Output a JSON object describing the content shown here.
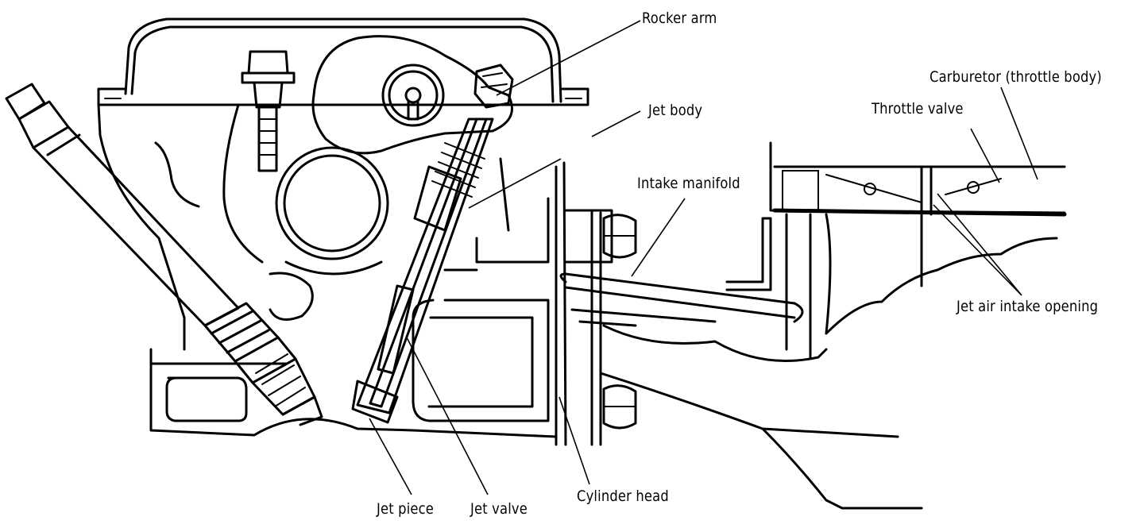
{
  "labels": {
    "rocker_arm": "Rocker arm",
    "carburetor": "Carburetor (throttle body)",
    "jet_body": "Jet body",
    "throttle_valve": "Throttle valve",
    "intake_manifold": "Intake manifold",
    "jet_air_intake_opening": "Jet air intake opening",
    "jet_piece": "Jet piece",
    "jet_valve": "Jet valve",
    "cylinder_head": "Cylinder head"
  }
}
